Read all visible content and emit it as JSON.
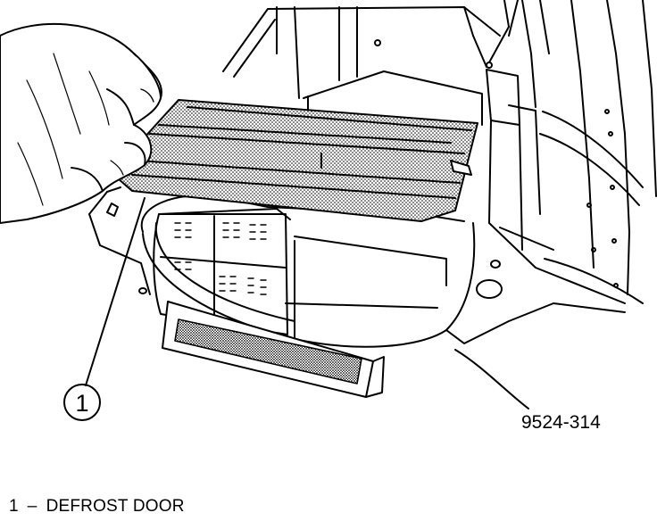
{
  "callouts": [
    {
      "number": "1",
      "label": "DEFROST DOOR"
    }
  ],
  "figure_id": "9524-314",
  "legend_separator": "–"
}
